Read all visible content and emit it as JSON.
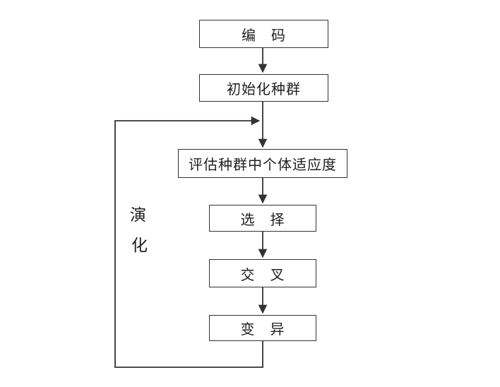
{
  "diagram": {
    "type": "flowchart",
    "nodes": [
      {
        "id": "encode",
        "label": "编　码"
      },
      {
        "id": "init",
        "label": "初始化种群"
      },
      {
        "id": "evaluate",
        "label": "评估种群中个体适应度"
      },
      {
        "id": "select",
        "label": "选　择"
      },
      {
        "id": "crossover",
        "label": "交　叉"
      },
      {
        "id": "mutate",
        "label": "变　异"
      }
    ],
    "edges": [
      {
        "from": "encode",
        "to": "init",
        "type": "arrow"
      },
      {
        "from": "init",
        "to": "evaluate",
        "type": "arrow"
      },
      {
        "from": "evaluate",
        "to": "select",
        "type": "arrow"
      },
      {
        "from": "select",
        "to": "crossover",
        "type": "arrow"
      },
      {
        "from": "crossover",
        "to": "mutate",
        "type": "arrow"
      },
      {
        "from": "mutate",
        "to": "evaluate",
        "type": "loop-arrow",
        "label": "演化"
      }
    ],
    "loop_label": {
      "line1": "演",
      "line2": "化"
    }
  },
  "colors": {
    "line": "#333333",
    "box_border": "#333333",
    "text": "#1f1f1f",
    "background": "#ffffff"
  }
}
